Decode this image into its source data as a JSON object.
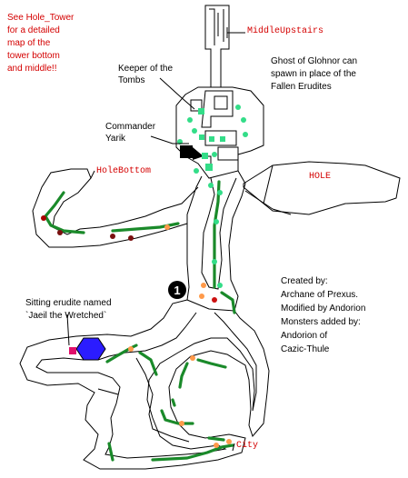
{
  "notes": {
    "see_hole_tower": [
      "See Hole_Tower",
      "for a detailed",
      "map of the",
      "tower bottom",
      "and middle!!"
    ],
    "ghost": [
      "Ghost of Glohnor can",
      "spawn in place of the",
      "Fallen Erudites"
    ],
    "credits": [
      "Created by:",
      "Archane of Prexus.",
      "Modified by Andorion",
      "Monsters added by:",
      "Andorion of",
      "Cazic-Thule"
    ],
    "sitting_erudite": [
      "Sitting erudite named",
      "`Jaeil the Wretched`"
    ]
  },
  "labels": {
    "keeper": [
      "Keeper of the",
      "Tombs"
    ],
    "commander": [
      "Commander",
      "Yarik"
    ],
    "middle_upstairs": "MiddleUpstairs",
    "hole_bottom": "HoleBottom",
    "hole": "HOLE",
    "city": "City"
  },
  "markers": {
    "numbered_location": "1"
  },
  "colors": {
    "walls": "#000000",
    "trail": "#1a8a2a",
    "spawn_green": "#33dd88",
    "spawn_orange": "#ff9a4a",
    "spawn_red": "#cc1111",
    "spawn_darkred": "#7a0f0f",
    "zone_link_text": "#d40000",
    "sitting_marker": "#e0106a",
    "blue_hex": "#2b1cff"
  }
}
